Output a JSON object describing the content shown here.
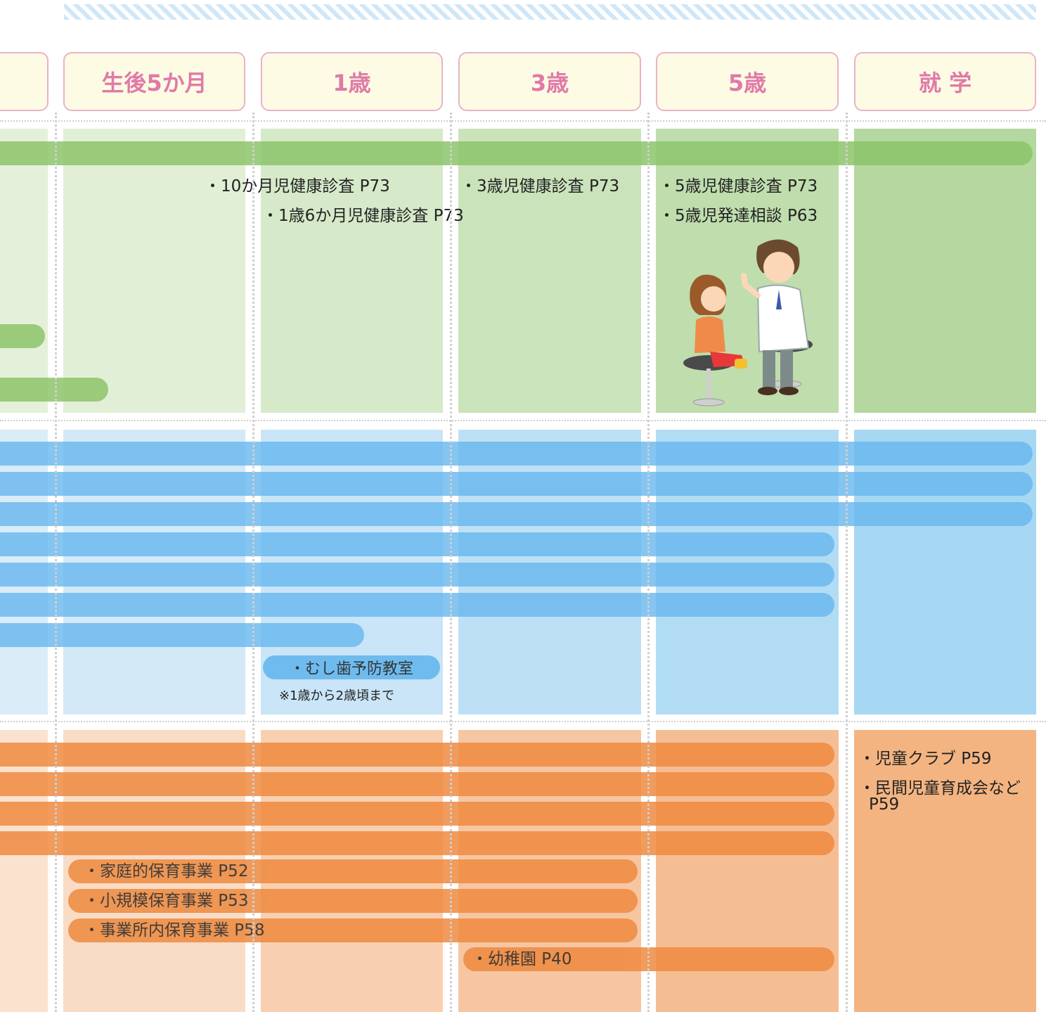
{
  "headers": [
    "生後5か月",
    "1歳",
    "3歳",
    "5歳",
    "就 学"
  ],
  "health": {
    "checkup_10m": "・10か月児健康診査 P73",
    "checkup_18m": "・1歳6か月児健康診査 P73",
    "checkup_3y": "・3歳児健康診査 P73",
    "checkup_5y": "・5歳児健康診査 P73",
    "consult_5y": "・5歳児発達相談 P63"
  },
  "dental": {
    "label": "・むし歯予防教室",
    "note": "※1歳から2歳頃まで"
  },
  "childcare": {
    "home_care": "・家庭的保育事業 P52",
    "small_care": "・小規模保育事業 P53",
    "workplace_care": "・事業所内保育事業 P58",
    "kindergarten": "・幼稚園 P40",
    "club": "・児童クラブ P59",
    "private_club_line1": "・民間児童育成会など",
    "private_club_line2": "P59"
  },
  "colors": {
    "green": "#8cc46a",
    "blue": "#66b7ee",
    "orange": "#ee8a3f",
    "header_text": "#e07aa8",
    "header_border": "#e8b3c9"
  }
}
